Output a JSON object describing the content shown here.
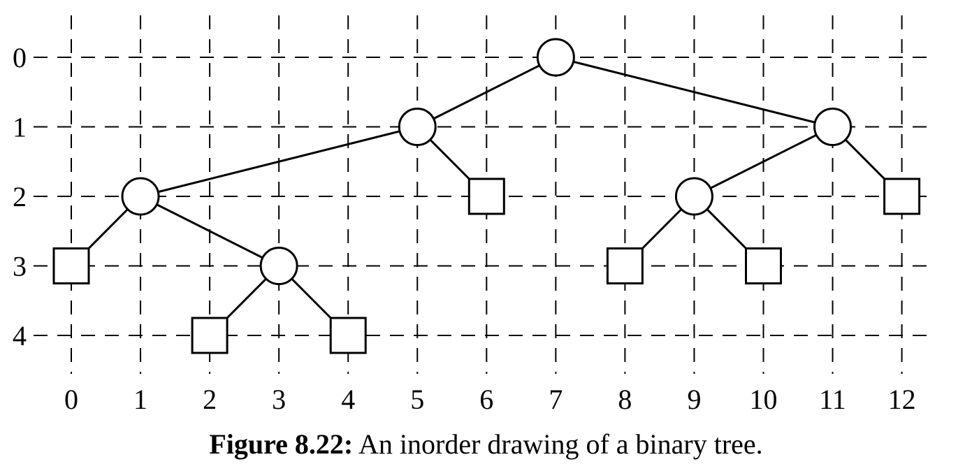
{
  "diagram": {
    "x_ticks": [
      "0",
      "1",
      "2",
      "3",
      "4",
      "5",
      "6",
      "7",
      "8",
      "9",
      "10",
      "11",
      "12"
    ],
    "y_ticks": [
      "0",
      "1",
      "2",
      "3",
      "4"
    ],
    "nodes": [
      {
        "id": "n7",
        "kind": "internal",
        "x": 7,
        "y": 0
      },
      {
        "id": "n5",
        "kind": "internal",
        "x": 5,
        "y": 1
      },
      {
        "id": "n11",
        "kind": "internal",
        "x": 11,
        "y": 1
      },
      {
        "id": "n1",
        "kind": "internal",
        "x": 1,
        "y": 2
      },
      {
        "id": "n6",
        "kind": "external",
        "x": 6,
        "y": 2
      },
      {
        "id": "n9",
        "kind": "internal",
        "x": 9,
        "y": 2
      },
      {
        "id": "n12",
        "kind": "external",
        "x": 12,
        "y": 2
      },
      {
        "id": "n0",
        "kind": "external",
        "x": 0,
        "y": 3
      },
      {
        "id": "n3",
        "kind": "internal",
        "x": 3,
        "y": 3
      },
      {
        "id": "n8",
        "kind": "external",
        "x": 8,
        "y": 3
      },
      {
        "id": "n10",
        "kind": "external",
        "x": 10,
        "y": 3
      },
      {
        "id": "n2",
        "kind": "external",
        "x": 2,
        "y": 4
      },
      {
        "id": "n4",
        "kind": "external",
        "x": 4,
        "y": 4
      }
    ],
    "edges": [
      [
        "n7",
        "n5"
      ],
      [
        "n7",
        "n11"
      ],
      [
        "n5",
        "n1"
      ],
      [
        "n5",
        "n6"
      ],
      [
        "n11",
        "n9"
      ],
      [
        "n11",
        "n12"
      ],
      [
        "n1",
        "n0"
      ],
      [
        "n1",
        "n3"
      ],
      [
        "n3",
        "n2"
      ],
      [
        "n3",
        "n4"
      ],
      [
        "n9",
        "n8"
      ],
      [
        "n9",
        "n10"
      ]
    ]
  },
  "caption": {
    "label": "Figure 8.22:",
    "text": " An inorder drawing of a binary tree."
  }
}
